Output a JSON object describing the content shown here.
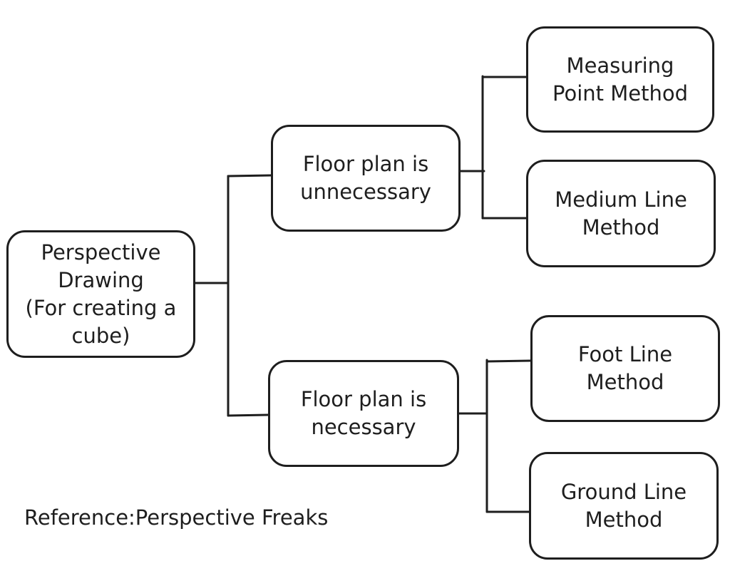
{
  "diagram": {
    "root": {
      "label": "Perspective\nDrawing\n(For creating a\ncube)"
    },
    "branches": [
      {
        "label": "Floor plan is\nunnecessary",
        "methods": [
          "Measuring\nPoint Method",
          "Medium Line\nMethod"
        ]
      },
      {
        "label": "Floor plan is\nnecessary",
        "methods": [
          "Foot Line\nMethod",
          "Ground Line\nMethod"
        ]
      }
    ],
    "reference": "Reference:Perspective Freaks",
    "colors": {
      "stroke": "#1e1e1e",
      "background": "#ffffff"
    }
  }
}
